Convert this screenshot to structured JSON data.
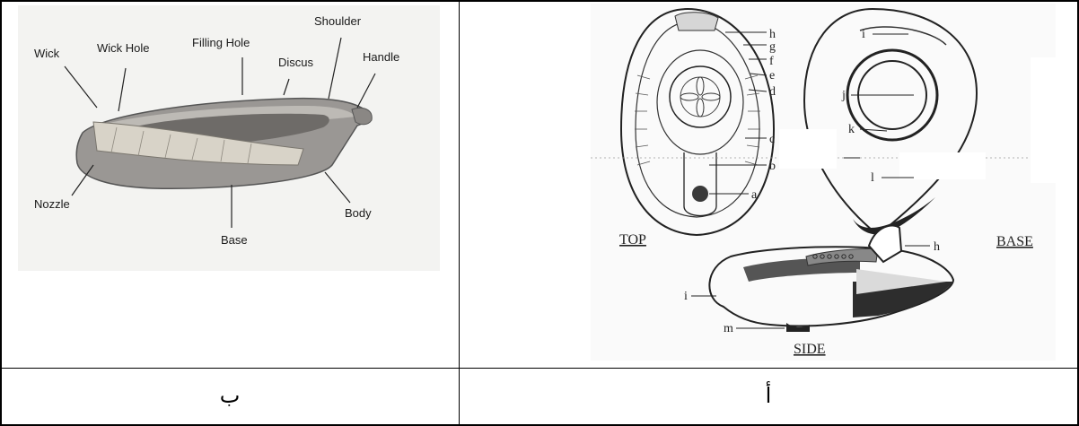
{
  "left_panel": {
    "caption": "ب",
    "photo_labels": {
      "wick": "Wick",
      "wick_hole": "Wick Hole",
      "filling_hole": "Filling Hole",
      "discus": "Discus",
      "shoulder": "Shoulder",
      "handle": "Handle",
      "nozzle": "Nozzle",
      "base": "Base",
      "body": "Body"
    }
  },
  "right_panel": {
    "caption": "أ",
    "view_labels": {
      "top": "TOP",
      "base": "BASE",
      "side": "SIDE"
    },
    "part_letters": {
      "a": "a",
      "b": "b",
      "c": "c",
      "d": "d",
      "e": "e",
      "f": "f",
      "g": "g",
      "h": "h",
      "i": "i",
      "j": "j",
      "k": "k",
      "l": "l",
      "m": "m"
    }
  }
}
